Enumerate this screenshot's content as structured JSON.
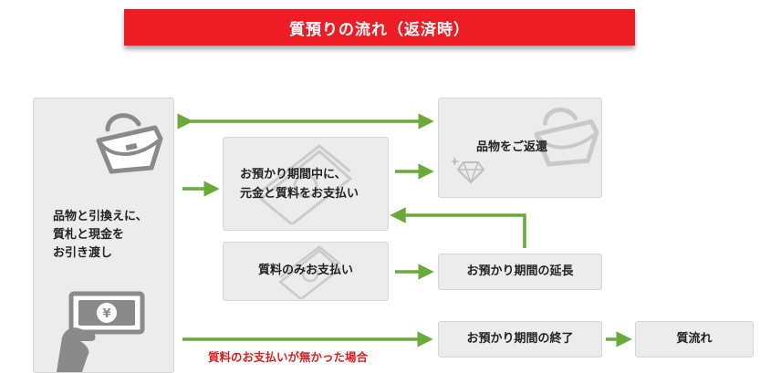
{
  "title": "質預りの流れ（返済時）",
  "left_box": {
    "lines": [
      "品物と引換えに、",
      "質札と現金を",
      "お引き渡し"
    ]
  },
  "pay_box": {
    "lines": [
      "お預かり期間中に、",
      "元金と質料をお支払い"
    ]
  },
  "return_box": {
    "label": "品物をご返還"
  },
  "interest_box": {
    "label": "質料のみお支払い"
  },
  "extend_box": {
    "label": "お預かり期間の延長"
  },
  "end_box": {
    "label": "お預かり期間の終了"
  },
  "forfeit_box": {
    "label": "質流れ"
  },
  "unpaid_note": "質料のお支払いが無かった場合",
  "colors": {
    "banner": "#ee1c25",
    "arrow": "#6aaa3a",
    "note": "#d81e1e",
    "box": "#ececec",
    "icon": "#8a8a8a"
  },
  "icons": [
    "handbag-icon",
    "hand-money-icon",
    "banknotes-icon",
    "diamond-icon"
  ]
}
